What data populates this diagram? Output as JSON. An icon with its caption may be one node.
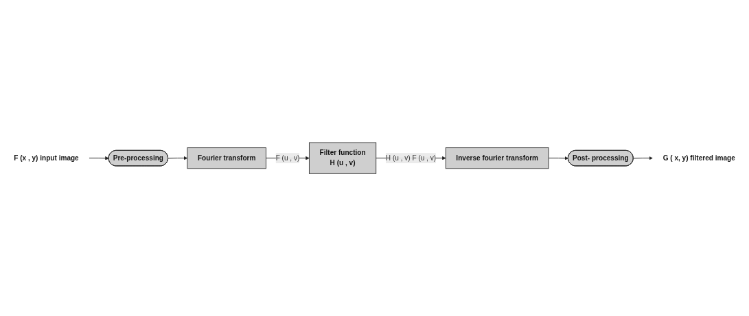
{
  "diagram": {
    "nodes": [
      {
        "text": [
          "F (x , y) input image"
        ]
      },
      {
        "text": [
          "Pre-processing"
        ]
      },
      {
        "text": [
          "Fourier transform"
        ]
      },
      {
        "text": [
          "Filter function",
          "H (u , v)"
        ]
      },
      {
        "text": [
          "Inverse fourier transform"
        ]
      },
      {
        "text": [
          "Post- processing"
        ]
      },
      {
        "text": [
          "G ( x, y) filtered image"
        ]
      }
    ],
    "edges": [
      {
        "from": 0,
        "to": 1,
        "arrow": "to"
      },
      {
        "from": 1,
        "to": 2,
        "arrow": "to"
      },
      {
        "from": 2,
        "to": 3,
        "arrow": "to",
        "label": "F (u , v)"
      },
      {
        "from": 3,
        "to": 4,
        "arrow": "to",
        "label": "H (u , v) F (u , v)"
      },
      {
        "from": 4,
        "to": 5,
        "arrow": "to"
      },
      {
        "from": 5,
        "to": 6,
        "arrow": "to"
      }
    ]
  }
}
